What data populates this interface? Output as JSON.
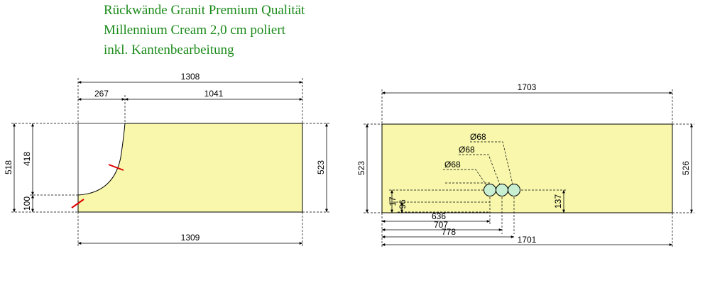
{
  "header": {
    "line1": "Rückwände Granit Premium Qualität",
    "line2": "Millennium Cream 2,0 cm poliert",
    "line3": "inkl. Kantenbearbeitung"
  },
  "colors": {
    "title": "#1a8a1a",
    "panel_fill": "#f8f7ac",
    "hole_fill": "#c9efd3",
    "cut_mark": "#dd0000"
  },
  "left_panel": {
    "dims": {
      "top_total": "1308",
      "top_left": "267",
      "top_right": "1041",
      "left_outer": "518",
      "left_inner": "418",
      "left_bottom": "100",
      "right": "523",
      "bottom": "1309"
    }
  },
  "right_panel": {
    "dims": {
      "top": "1703",
      "left": "523",
      "right": "526",
      "bottom_total": "1701",
      "d1": "636",
      "d2": "707",
      "d3": "778",
      "v1": "17",
      "v2": "96",
      "v3": "137"
    },
    "holes": [
      {
        "label": "Ø68"
      },
      {
        "label": "Ø68"
      },
      {
        "label": "Ø68"
      }
    ]
  }
}
